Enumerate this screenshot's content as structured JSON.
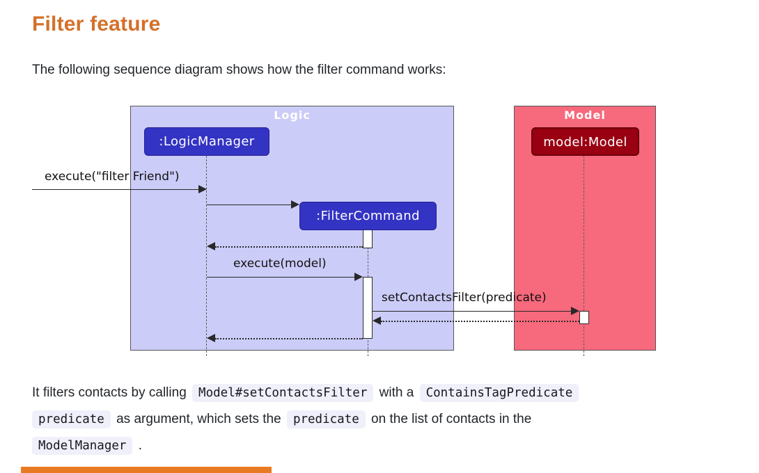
{
  "colors": {
    "heading_orange": "#d4702a",
    "accent_bar": "#e87a24",
    "logic_fill": "#ccccf9",
    "model_fill": "#f7697c",
    "blue_box": "#3333c4",
    "dark_red_box": "#990011",
    "code_bg": "#eff0fa"
  },
  "page": {
    "heading": "Filter feature",
    "intro": "The following sequence diagram shows how the filter command works:"
  },
  "diagram": {
    "type": "uml-sequence",
    "containers": {
      "logic": {
        "label": "Logic"
      },
      "model": {
        "label": "Model"
      }
    },
    "participants": {
      "logic_manager": {
        "label": ":LogicManager"
      },
      "filter_command": {
        "label": ":FilterCommand"
      },
      "model": {
        "label": "model:Model"
      }
    },
    "messages": {
      "execute_filter": "execute(\"filter Friend\")",
      "execute_model": "execute(model)",
      "set_contacts_filter": "setContactsFilter(predicate)"
    }
  },
  "description": {
    "segments": [
      {
        "type": "text",
        "text": "It filters contacts by calling "
      },
      {
        "type": "code",
        "text": "Model#setContactsFilter"
      },
      {
        "type": "text",
        "text": " with a "
      },
      {
        "type": "code",
        "text": "ContainsTagPredicate"
      },
      {
        "type": "code",
        "text": "predicate"
      },
      {
        "type": "text",
        "text": " as argument, which sets the "
      },
      {
        "type": "code",
        "text": "predicate"
      },
      {
        "type": "text",
        "text": " on the list of contacts in the "
      },
      {
        "type": "code",
        "text": "ModelManager"
      },
      {
        "type": "text",
        "text": " ."
      }
    ]
  }
}
